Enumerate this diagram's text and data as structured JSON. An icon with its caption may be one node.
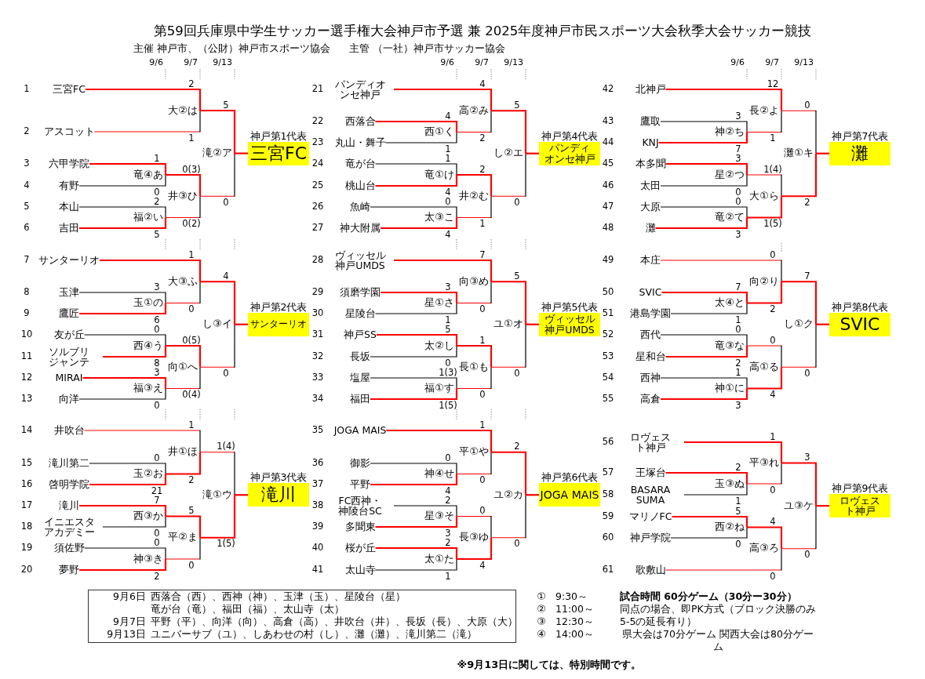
{
  "diagram": {
    "title": "第59回兵庫県中学生サッカー選手権大会神戸市予選 兼 2025年度神戸市民スポーツ大会秋季大会サッカー競技",
    "nodes": [
      {
        "text": [
          "三宮FC"
        ]
      },
      {
        "text": [
          "アスコット"
        ]
      },
      {
        "text": [
          "六甲学院"
        ]
      },
      {
        "text": [
          "有野"
        ]
      },
      {
        "text": [
          "本山"
        ]
      },
      {
        "text": [
          "吉田"
        ]
      },
      {
        "text": [
          "竜④あ"
        ]
      },
      {
        "text": [
          "福②い"
        ]
      },
      {
        "text": [
          "大②は"
        ]
      },
      {
        "text": [
          "井③ひ"
        ]
      },
      {
        "text": [
          "滝②ア"
        ]
      },
      {
        "text": [
          "神戸第1代表",
          "三宮FC"
        ]
      },
      {
        "text": [
          "サンターリオ"
        ]
      },
      {
        "text": [
          "玉津"
        ]
      },
      {
        "text": [
          "鷹匠"
        ]
      },
      {
        "text": [
          "友が丘"
        ]
      },
      {
        "text": [
          "ソルブリジャンテ"
        ]
      },
      {
        "text": [
          "MIRAI"
        ]
      },
      {
        "text": [
          "向洋"
        ]
      },
      {
        "text": [
          "玉①の"
        ]
      },
      {
        "text": [
          "西④う"
        ]
      },
      {
        "text": [
          "福③え"
        ]
      },
      {
        "text": [
          "大③ふ"
        ]
      },
      {
        "text": [
          "向①へ"
        ]
      },
      {
        "text": [
          "し③イ"
        ]
      },
      {
        "text": [
          "神戸第2代表",
          "サンターリオ"
        ]
      },
      {
        "text": [
          "井吹台"
        ]
      },
      {
        "text": [
          "滝川第二"
        ]
      },
      {
        "text": [
          "啓明学院"
        ]
      },
      {
        "text": [
          "滝川"
        ]
      },
      {
        "text": [
          "イニエスタアカデミー"
        ]
      },
      {
        "text": [
          "須佐野"
        ]
      },
      {
        "text": [
          "夢野"
        ]
      },
      {
        "text": [
          "玉②お"
        ]
      },
      {
        "text": [
          "西③か"
        ]
      },
      {
        "text": [
          "神③き"
        ]
      },
      {
        "text": [
          "井①ほ"
        ]
      },
      {
        "text": [
          "平②ま"
        ]
      },
      {
        "text": [
          "滝①ウ"
        ]
      },
      {
        "text": [
          "神戸第3代表",
          "滝川"
        ]
      },
      {
        "text": [
          "パンディオンセ神戸"
        ]
      },
      {
        "text": [
          "西落合"
        ]
      },
      {
        "text": [
          "丸山・舞子"
        ]
      },
      {
        "text": [
          "竜が台"
        ]
      },
      {
        "text": [
          "桃山台"
        ]
      },
      {
        "text": [
          "魚崎"
        ]
      },
      {
        "text": [
          "神大附属"
        ]
      },
      {
        "text": [
          "西①く"
        ]
      },
      {
        "text": [
          "竜①け"
        ]
      },
      {
        "text": [
          "太③こ"
        ]
      },
      {
        "text": [
          "高②み"
        ]
      },
      {
        "text": [
          "井②む"
        ]
      },
      {
        "text": [
          "し②エ"
        ]
      },
      {
        "text": [
          "神戸第4代表",
          "パンディオンセ神戸"
        ]
      },
      {
        "text": [
          "ヴィッセル神戸UMDS"
        ]
      },
      {
        "text": [
          "須磨学園"
        ]
      },
      {
        "text": [
          "星陵台"
        ]
      },
      {
        "text": [
          "神戸SS"
        ]
      },
      {
        "text": [
          "長坂"
        ]
      },
      {
        "text": [
          "塩屋"
        ]
      },
      {
        "text": [
          "福田"
        ]
      },
      {
        "text": [
          "星①さ"
        ]
      },
      {
        "text": [
          "太②し"
        ]
      },
      {
        "text": [
          "福①す"
        ]
      },
      {
        "text": [
          "向③め"
        ]
      },
      {
        "text": [
          "長①も"
        ]
      },
      {
        "text": [
          "ユ①オ"
        ]
      },
      {
        "text": [
          "神戸第5代表",
          "ヴィッセル神戸UMDS"
        ]
      },
      {
        "text": [
          "JOGA MAIS"
        ]
      },
      {
        "text": [
          "御影"
        ]
      },
      {
        "text": [
          "平野"
        ]
      },
      {
        "text": [
          "FC西神・神陵台SC"
        ]
      },
      {
        "text": [
          "多聞東"
        ]
      },
      {
        "text": [
          "桜が丘"
        ]
      },
      {
        "text": [
          "太山寺"
        ]
      },
      {
        "text": [
          "神④せ"
        ]
      },
      {
        "text": [
          "星③そ"
        ]
      },
      {
        "text": [
          "太①た"
        ]
      },
      {
        "text": [
          "平①や"
        ]
      },
      {
        "text": [
          "長③ゆ"
        ]
      },
      {
        "text": [
          "ユ②カ"
        ]
      },
      {
        "text": [
          "神戸第6代表",
          "JOGA MAIS"
        ]
      },
      {
        "text": [
          "北神戸"
        ]
      },
      {
        "text": [
          "鷹取"
        ]
      },
      {
        "text": [
          "KNJ"
        ]
      },
      {
        "text": [
          "本多聞"
        ]
      },
      {
        "text": [
          "太田"
        ]
      },
      {
        "text": [
          "大原"
        ]
      },
      {
        "text": [
          "灘"
        ]
      },
      {
        "text": [
          "神②ち"
        ]
      },
      {
        "text": [
          "星②つ"
        ]
      },
      {
        "text": [
          "竜②て"
        ]
      },
      {
        "text": [
          "長②よ"
        ]
      },
      {
        "text": [
          "大①ら"
        ]
      },
      {
        "text": [
          "灘①キ"
        ]
      },
      {
        "text": [
          "神戸第7代表",
          "灘"
        ]
      },
      {
        "text": [
          "本庄"
        ]
      },
      {
        "text": [
          "SVIC"
        ]
      },
      {
        "text": [
          "港島学園"
        ]
      },
      {
        "text": [
          "西代"
        ]
      },
      {
        "text": [
          "星和台"
        ]
      },
      {
        "text": [
          "西神"
        ]
      },
      {
        "text": [
          "高倉"
        ]
      },
      {
        "text": [
          "太④と"
        ]
      },
      {
        "text": [
          "竜③な"
        ]
      },
      {
        "text": [
          "神①に"
        ]
      },
      {
        "text": [
          "向②り"
        ]
      },
      {
        "text": [
          "高①る"
        ]
      },
      {
        "text": [
          "し①ク"
        ]
      },
      {
        "text": [
          "神戸第8代表",
          "SVIC"
        ]
      },
      {
        "text": [
          "ロヴェスト神戸"
        ]
      },
      {
        "text": [
          "王塚台"
        ]
      },
      {
        "text": [
          "BASARA SUMA"
        ]
      },
      {
        "text": [
          "マリノFC"
        ]
      },
      {
        "text": [
          "神戸学院"
        ]
      },
      {
        "text": [
          "歌敷山"
        ]
      },
      {
        "text": [
          "玉③ぬ"
        ]
      },
      {
        "text": [
          "西②ね"
        ]
      },
      {
        "text": [
          "平③れ"
        ]
      },
      {
        "text": [
          "高③ろ"
        ]
      },
      {
        "text": [
          "ユ③ケ"
        ]
      },
      {
        "text": [
          "神戸第9代表",
          "ロヴェスト神戸"
        ]
      }
    ],
    "edges": [
      {
        "from": 0,
        "to": 8,
        "arrow": "none",
        "label": "2"
      },
      {
        "from": 1,
        "to": 8,
        "arrow": "none",
        "label": "1",
        "color": "#ff0000"
      },
      {
        "from": 2,
        "to": 6,
        "arrow": "none",
        "label": "1"
      },
      {
        "from": 3,
        "to": 6,
        "arrow": "none",
        "label": "0",
        "color": "#000000"
      },
      {
        "from": 4,
        "to": 7,
        "arrow": "none",
        "label": "2",
        "color": "#000000"
      },
      {
        "from": 5,
        "to": 7,
        "arrow": "none",
        "label": "5"
      },
      {
        "from": 6,
        "to": 9,
        "arrow": "none",
        "label": "0(3)"
      },
      {
        "from": 7,
        "to": 9,
        "arrow": "none",
        "label": "0(2)",
        "color": "#ff0000"
      },
      {
        "from": 8,
        "to": 10,
        "arrow": "none",
        "label": "5"
      },
      {
        "from": 9,
        "to": 10,
        "arrow": "none",
        "label": "0",
        "color": "#ff0000"
      },
      {
        "from": 10,
        "to": 11,
        "arrow": "none"
      },
      {
        "from": 12,
        "to": 22,
        "arrow": "none",
        "label": "1"
      },
      {
        "from": 13,
        "to": 19,
        "arrow": "none",
        "label": "3",
        "color": "#000000"
      },
      {
        "from": 14,
        "to": 19,
        "arrow": "none",
        "label": "6"
      },
      {
        "from": 15,
        "to": 20,
        "arrow": "none",
        "label": "0",
        "color": "#000000"
      },
      {
        "from": 16,
        "to": 20,
        "arrow": "none",
        "label": "8"
      },
      {
        "from": 17,
        "to": 21,
        "arrow": "none",
        "label": "3"
      },
      {
        "from": 18,
        "to": 21,
        "arrow": "none",
        "label": "0",
        "color": "#000000"
      },
      {
        "from": 19,
        "to": 22,
        "arrow": "none",
        "label": "0",
        "color": "#ff0000"
      },
      {
        "from": 20,
        "to": 23,
        "arrow": "none",
        "label": "0(5)"
      },
      {
        "from": 21,
        "to": 23,
        "arrow": "none",
        "label": "0(4)",
        "color": "#ff0000"
      },
      {
        "from": 22,
        "to": 24,
        "arrow": "none",
        "label": "4"
      },
      {
        "from": 23,
        "to": 24,
        "arrow": "none",
        "label": "0",
        "color": "#ff0000"
      },
      {
        "from": 24,
        "to": 25,
        "arrow": "none"
      },
      {
        "from": 26,
        "to": 36,
        "arrow": "none",
        "label": "1",
        "color": "#ff0000"
      },
      {
        "from": 27,
        "to": 33,
        "arrow": "none",
        "label": "0",
        "color": "#000000"
      },
      {
        "from": 28,
        "to": 33,
        "arrow": "none",
        "label": "21"
      },
      {
        "from": 29,
        "to": 34,
        "arrow": "none",
        "label": "7"
      },
      {
        "from": 30,
        "to": 34,
        "arrow": "none",
        "label": "0",
        "color": "#000000"
      },
      {
        "from": 31,
        "to": 35,
        "arrow": "none",
        "label": "0",
        "color": "#000000"
      },
      {
        "from": 32,
        "to": 35,
        "arrow": "none",
        "label": "2"
      },
      {
        "from": 33,
        "to": 36,
        "arrow": "none",
        "label": "2"
      },
      {
        "from": 34,
        "to": 37,
        "arrow": "none",
        "label": "5"
      },
      {
        "from": 35,
        "to": 37,
        "arrow": "none",
        "label": "0",
        "color": "#ff0000"
      },
      {
        "from": 36,
        "to": 38,
        "arrow": "none",
        "label": "1(4)",
        "color": "#ff0000"
      },
      {
        "from": 37,
        "to": 38,
        "arrow": "none",
        "label": "1(5)"
      },
      {
        "from": 38,
        "to": 39,
        "arrow": "none"
      },
      {
        "from": 40,
        "to": 50,
        "arrow": "none",
        "label": "4"
      },
      {
        "from": 41,
        "to": 47,
        "arrow": "none",
        "label": "4"
      },
      {
        "from": 42,
        "to": 47,
        "arrow": "none",
        "label": "1",
        "color": "#000000"
      },
      {
        "from": 43,
        "to": 48,
        "arrow": "none",
        "label": "1",
        "color": "#000000"
      },
      {
        "from": 44,
        "to": 48,
        "arrow": "none",
        "label": "4"
      },
      {
        "from": 45,
        "to": 49,
        "arrow": "none",
        "label": "0",
        "color": "#000000"
      },
      {
        "from": 46,
        "to": 49,
        "arrow": "none",
        "label": "4"
      },
      {
        "from": 47,
        "to": 50,
        "arrow": "none",
        "label": "2",
        "color": "#ff0000"
      },
      {
        "from": 48,
        "to": 51,
        "arrow": "none",
        "label": "2"
      },
      {
        "from": 49,
        "to": 51,
        "arrow": "none",
        "label": "1",
        "color": "#ff0000"
      },
      {
        "from": 50,
        "to": 52,
        "arrow": "none",
        "label": "5"
      },
      {
        "from": 51,
        "to": 52,
        "arrow": "none",
        "label": "0",
        "color": "#ff0000"
      },
      {
        "from": 52,
        "to": 53,
        "arrow": "none"
      },
      {
        "from": 54,
        "to": 64,
        "arrow": "none",
        "label": "7"
      },
      {
        "from": 55,
        "to": 61,
        "arrow": "none",
        "label": "3"
      },
      {
        "from": 56,
        "to": 61,
        "arrow": "none",
        "label": "1",
        "color": "#000000"
      },
      {
        "from": 57,
        "to": 62,
        "arrow": "none",
        "label": "5"
      },
      {
        "from": 58,
        "to": 62,
        "arrow": "none",
        "label": "0",
        "color": "#000000"
      },
      {
        "from": 59,
        "to": 63,
        "arrow": "none",
        "label": "1(3)",
        "color": "#000000"
      },
      {
        "from": 60,
        "to": 63,
        "arrow": "none",
        "label": "1(5)"
      },
      {
        "from": 61,
        "to": 64,
        "arrow": "none",
        "label": "0",
        "color": "#ff0000"
      },
      {
        "from": 62,
        "to": 65,
        "arrow": "none",
        "label": "1"
      },
      {
        "from": 63,
        "to": 65,
        "arrow": "none",
        "label": "0",
        "color": "#ff0000"
      },
      {
        "from": 64,
        "to": 66,
        "arrow": "none",
        "label": "5"
      },
      {
        "from": 65,
        "to": 66,
        "arrow": "none",
        "label": "0",
        "color": "#ff0000"
      },
      {
        "from": 66,
        "to": 67,
        "arrow": "none"
      },
      {
        "from": 68,
        "to": 78,
        "arrow": "none",
        "label": "1"
      },
      {
        "from": 69,
        "to": 75,
        "arrow": "none",
        "label": "0",
        "color": "#000000"
      },
      {
        "from": 70,
        "to": 75,
        "arrow": "none",
        "label": "4"
      },
      {
        "from": 71,
        "to": 76,
        "arrow": "none",
        "label": "2",
        "color": "#000000"
      },
      {
        "from": 72,
        "to": 76,
        "arrow": "none",
        "label": "3"
      },
      {
        "from": 73,
        "to": 77,
        "arrow": "none",
        "label": "2"
      },
      {
        "from": 74,
        "to": 77,
        "arrow": "none",
        "label": "1",
        "color": "#000000"
      },
      {
        "from": 75,
        "to": 78,
        "arrow": "none",
        "label": "0",
        "color": "#ff0000"
      },
      {
        "from": 76,
        "to": 79,
        "arrow": "none",
        "label": "0",
        "color": "#ff0000"
      },
      {
        "from": 77,
        "to": 79,
        "arrow": "none",
        "label": "4"
      },
      {
        "from": 78,
        "to": 80,
        "arrow": "none",
        "label": "2"
      },
      {
        "from": 79,
        "to": 80,
        "arrow": "none",
        "label": "0",
        "color": "#ff0000"
      },
      {
        "from": 80,
        "to": 81,
        "arrow": "none"
      },
      {
        "from": 82,
        "to": 92,
        "arrow": "none",
        "label": "12"
      },
      {
        "from": 83,
        "to": 89,
        "arrow": "none",
        "label": "3",
        "color": "#000000"
      },
      {
        "from": 84,
        "to": 89,
        "arrow": "none",
        "label": "7"
      },
      {
        "from": 85,
        "to": 90,
        "arrow": "none",
        "label": "3"
      },
      {
        "from": 86,
        "to": 90,
        "arrow": "none",
        "label": "0",
        "color": "#000000"
      },
      {
        "from": 87,
        "to": 91,
        "arrow": "none",
        "label": "0",
        "color": "#000000"
      },
      {
        "from": 88,
        "to": 91,
        "arrow": "none",
        "label": "3"
      },
      {
        "from": 89,
        "to": 92,
        "arrow": "none",
        "label": "1",
        "color": "#ff0000"
      },
      {
        "from": 90,
        "to": 93,
        "arrow": "none",
        "label": "1(4)",
        "color": "#ff0000"
      },
      {
        "from": 91,
        "to": 93,
        "arrow": "none",
        "label": "1(5)"
      },
      {
        "from": 92,
        "to": 94,
        "arrow": "none",
        "label": "0",
        "color": "#ff0000"
      },
      {
        "from": 93,
        "to": 94,
        "arrow": "none",
        "label": "2"
      },
      {
        "from": 94,
        "to": 95,
        "arrow": "none"
      },
      {
        "from": 96,
        "to": 106,
        "arrow": "none",
        "label": "0",
        "color": "#ff0000"
      },
      {
        "from": 97,
        "to": 103,
        "arrow": "none",
        "label": "7"
      },
      {
        "from": 98,
        "to": 103,
        "arrow": "none",
        "label": "1",
        "color": "#000000"
      },
      {
        "from": 99,
        "to": 104,
        "arrow": "none",
        "label": "0",
        "color": "#000000"
      },
      {
        "from": 100,
        "to": 104,
        "arrow": "none",
        "label": "2"
      },
      {
        "from": 101,
        "to": 105,
        "arrow": "none",
        "label": "1",
        "color": "#000000"
      },
      {
        "from": 102,
        "to": 105,
        "arrow": "none",
        "label": "3"
      },
      {
        "from": 103,
        "to": 106,
        "arrow": "none",
        "label": "2"
      },
      {
        "from": 104,
        "to": 107,
        "arrow": "none",
        "label": "0",
        "color": "#ff0000"
      },
      {
        "from": 105,
        "to": 107,
        "arrow": "none",
        "label": "4"
      },
      {
        "from": 106,
        "to": 108,
        "arrow": "none",
        "label": "7"
      },
      {
        "from": 107,
        "to": 108,
        "arrow": "none",
        "label": "0",
        "color": "#ff0000"
      },
      {
        "from": 108,
        "to": 109,
        "arrow": "none"
      },
      {
        "from": 110,
        "to": 118,
        "arrow": "none",
        "label": "1"
      },
      {
        "from": 111,
        "to": 116,
        "arrow": "none",
        "label": "2"
      },
      {
        "from": 112,
        "to": 116,
        "arrow": "none",
        "label": "1",
        "color": "#000000"
      },
      {
        "from": 113,
        "to": 117,
        "arrow": "none",
        "label": "5"
      },
      {
        "from": 114,
        "to": 117,
        "arrow": "none",
        "label": "0",
        "color": "#000000"
      },
      {
        "from": 115,
        "to": 119,
        "arrow": "none",
        "label": "0",
        "color": "#ff0000"
      },
      {
        "from": 116,
        "to": 118,
        "arrow": "none",
        "label": "0",
        "color": "#ff0000"
      },
      {
        "from": 117,
        "to": 119,
        "arrow": "none",
        "label": "4"
      },
      {
        "from": 118,
        "to": 120,
        "arrow": "none",
        "label": "3"
      },
      {
        "from": 119,
        "to": 120,
        "arrow": "none",
        "label": "0",
        "color": "#ff0000"
      },
      {
        "from": 120,
        "to": 121,
        "arrow": "none"
      }
    ],
    "labels": [
      "主催 神戸市、（公財）神戸市スポーツ協会",
      "主管 （一社）神戸市サッカー協会",
      "9/6",
      "9/7",
      "9/13",
      "9/6",
      "9/7",
      "9/13",
      "9/6",
      "9/7",
      "9/13",
      "1",
      "2",
      "3",
      "4",
      "5",
      "6",
      "7",
      "8",
      "9",
      "10",
      "11",
      "12",
      "13",
      "14",
      "15",
      "16",
      "17",
      "18",
      "19",
      "20",
      "21",
      "22",
      "23",
      "24",
      "25",
      "26",
      "27",
      "28",
      "29",
      "30",
      "31",
      "32",
      "33",
      "34",
      "35",
      "36",
      "37",
      "38",
      "39",
      "40",
      "41",
      "42",
      "43",
      "44",
      "45",
      "46",
      "47",
      "48",
      "49",
      "50",
      "51",
      "52",
      "53",
      "54",
      "55",
      "56",
      "57",
      "58",
      "59",
      "60",
      "61",
      "9月6日",
      "西落合（西）、西神（神）、玉津（玉）、星陵台（星）",
      "竜が台（竜）、福田（福）、太山寺（太）",
      "9月7日",
      "平野（平）、向洋（向）、高倉（高）、井吹台（井）、長坂（長）、大原（大）",
      "9月13日",
      "ユニバーサブ（ユ）、しあわせの村（し）、灘（灘）、滝川第二（滝）",
      "①",
      "9:30～",
      "②",
      "11:00～",
      "③",
      "12:30～",
      "④",
      "14:00～",
      "試合時間 60分ゲーム（30分ー30分）",
      "同点の場合、即PK方式（ブロック決勝のみ5-5の延長有り）",
      "県大会は70分ゲーム 関西大会は80分ゲーム",
      "※9月13日に関しては、特別時間です。"
    ]
  }
}
